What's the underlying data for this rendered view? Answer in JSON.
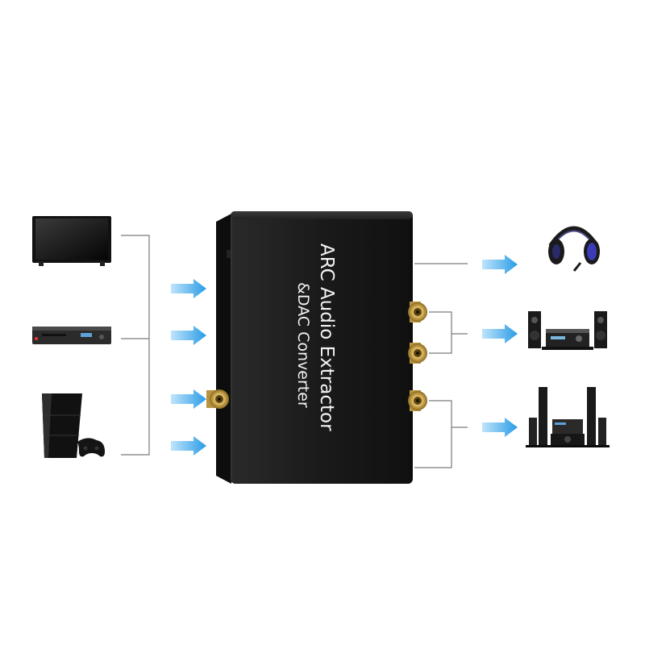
{
  "device": {
    "title_line1": "ARC Audio Extractor",
    "title_line2": "&DAC Converter"
  },
  "sources": [
    {
      "id": "tv",
      "icon": "tv-icon"
    },
    {
      "id": "dvd-player",
      "icon": "dvd-player-icon"
    },
    {
      "id": "game-console",
      "icon": "game-console-icon"
    }
  ],
  "outputs": [
    {
      "id": "headphones",
      "icon": "headphones-icon"
    },
    {
      "id": "stereo-system",
      "icon": "stereo-system-icon"
    },
    {
      "id": "surround-speakers",
      "icon": "surround-speakers-icon"
    }
  ],
  "colors": {
    "arrow": "#34a4ea",
    "connector": "#7a7a7a",
    "device_body": "#1c1c1c",
    "gold": "#d8b25a"
  }
}
